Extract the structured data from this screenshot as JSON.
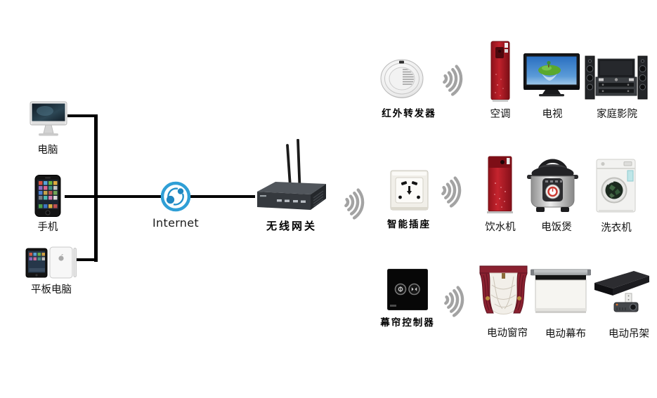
{
  "colors": {
    "accent_blue": "#2f9fd6",
    "dot_blue": "#1f86c0",
    "line_black": "#000000",
    "wifi_gray": "#a3a3a3",
    "curtain_red": "#8a2130",
    "appliance_red": "#b81c26"
  },
  "clients": [
    {
      "icon": "desktop-computer-icon",
      "label": "电脑"
    },
    {
      "icon": "smartphone-icon",
      "label": "手机"
    },
    {
      "icon": "tablet-icon",
      "label": "平板电脑"
    }
  ],
  "internet": {
    "icon": "internet-globe-icon",
    "label": "Internet"
  },
  "gateway": {
    "icon": "wireless-router-icon",
    "label": "无线网关"
  },
  "rows": [
    {
      "controller": {
        "icon": "ir-repeater-icon",
        "label": "红外转发器"
      },
      "devices": [
        {
          "icon": "air-conditioner-icon",
          "label": "空调"
        },
        {
          "icon": "television-icon",
          "label": "电视"
        },
        {
          "icon": "home-theater-icon",
          "label": "家庭影院"
        }
      ]
    },
    {
      "controller": {
        "icon": "smart-socket-icon",
        "label": "智能插座"
      },
      "devices": [
        {
          "icon": "water-dispenser-icon",
          "label": "饮水机"
        },
        {
          "icon": "rice-cooker-icon",
          "label": "电饭煲"
        },
        {
          "icon": "washing-machine-icon",
          "label": "洗衣机"
        }
      ]
    },
    {
      "controller": {
        "icon": "curtain-controller-icon",
        "label": "幕帘控制器"
      },
      "devices": [
        {
          "icon": "electric-curtain-icon",
          "label": "电动窗帘"
        },
        {
          "icon": "projector-screen-icon",
          "label": "电动幕布"
        },
        {
          "icon": "projector-hanger-icon",
          "label": "电动吊架"
        }
      ]
    }
  ]
}
